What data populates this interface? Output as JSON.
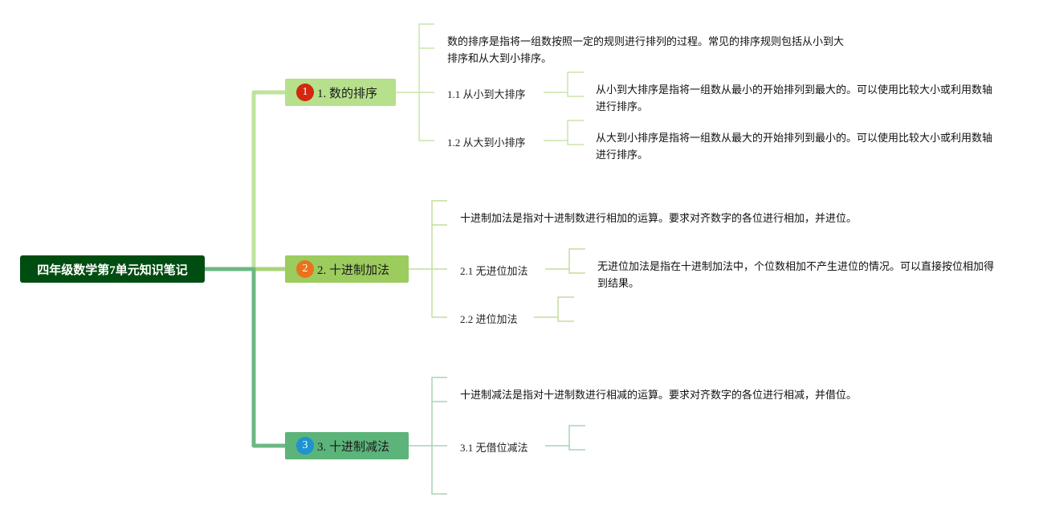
{
  "colors": {
    "root_bg": "#004d12",
    "branch1": "#b6e08c",
    "branch2": "#9ccc5e",
    "branch3": "#5cb47a",
    "line1": "#bfe39c",
    "line2": "#a9d47a",
    "line3": "#6cb883",
    "badge1": "#d42710",
    "badge2": "#e8731c",
    "badge3": "#1e93d0"
  },
  "root": {
    "title": "四年级数学第7单元知识笔记"
  },
  "branches": [
    {
      "badge": "1",
      "label": "1. 数的排序",
      "description": "数的排序是指将一组数按照一定的规则进行排列的过程。常见的排序规则包括从小到大排序和从大到小排序。",
      "children": [
        {
          "label": "1.1 从小到大排序",
          "description": "从小到大排序是指将一组数从最小的开始排列到最大的。可以使用比较大小或利用数轴进行排序。"
        },
        {
          "label": "1.2 从大到小排序",
          "description": "从大到小排序是指将一组数从最大的开始排列到最小的。可以使用比较大小或利用数轴进行排序。"
        }
      ]
    },
    {
      "badge": "2",
      "label": "2. 十进制加法",
      "description": "十进制加法是指对十进制数进行相加的运算。要求对齐数字的各位进行相加，并进位。",
      "children": [
        {
          "label": "2.1 无进位加法",
          "description": "无进位加法是指在十进制加法中，个位数相加不产生进位的情况。可以直接按位相加得到结果。"
        },
        {
          "label": "2.2 进位加法",
          "description": ""
        }
      ]
    },
    {
      "badge": "3",
      "label": "3. 十进制减法",
      "description": "十进制减法是指对十进制数进行相减的运算。要求对齐数字的各位进行相减，并借位。",
      "children": [
        {
          "label": "3.1 无借位减法",
          "description": ""
        }
      ]
    }
  ]
}
